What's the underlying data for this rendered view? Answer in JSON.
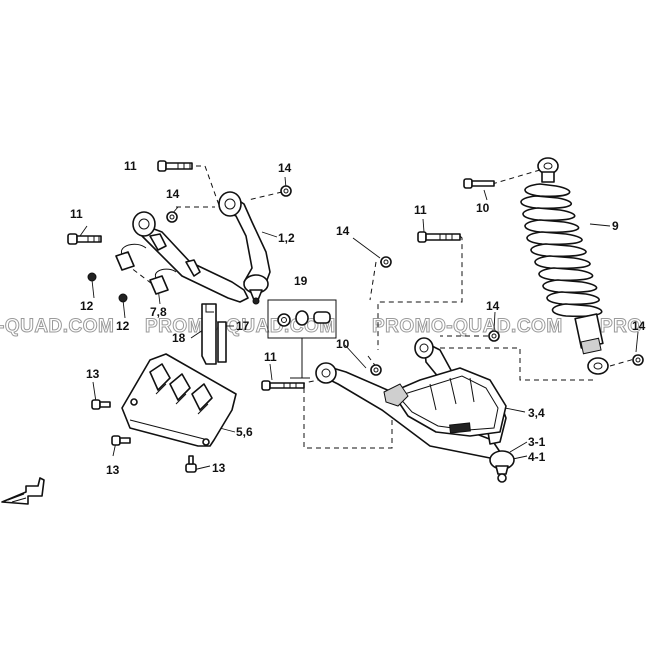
{
  "watermark": {
    "segments": [
      "-QUAD.COM",
      "PROMO-QUAD.COM",
      "PROMO-QUAD.COM",
      "PRO"
    ]
  },
  "callouts": {
    "p1_2": "1,2",
    "p3_4": "3,4",
    "p3_1": "3-1",
    "p4_1": "4-1",
    "p5_6": "5,6",
    "p7_8": "7,8",
    "p9": "9",
    "p10_top": "10",
    "p10_mid": "10",
    "p11_top": "11",
    "p11_left": "11",
    "p11_mid": "11",
    "p11_low": "11",
    "p12_a": "12",
    "p12_b": "12",
    "p13_a": "13",
    "p13_b": "13",
    "p13_c": "13",
    "p14_a": "14",
    "p14_b": "14",
    "p14_c": "14",
    "p14_d": "14",
    "p14_e": "14",
    "p17": "17",
    "p18": "18",
    "p19": "19"
  },
  "colors": {
    "line": "#111111",
    "background": "#ffffff",
    "watermark_outline": "#9a9a9a"
  },
  "icons": {
    "front_arrow": "front-direction-arrow-icon"
  }
}
